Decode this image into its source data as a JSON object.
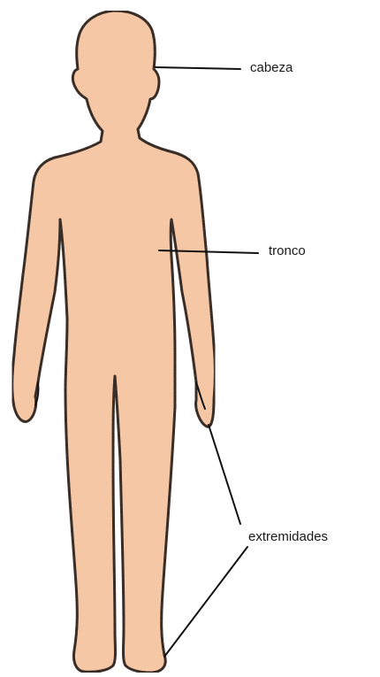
{
  "colors": {
    "skin": "#f6c7a5",
    "outline": "#111111",
    "background": "#ffffff"
  },
  "labels": {
    "head": "cabeza",
    "trunk": "tronco",
    "limbs": "extremidades"
  }
}
